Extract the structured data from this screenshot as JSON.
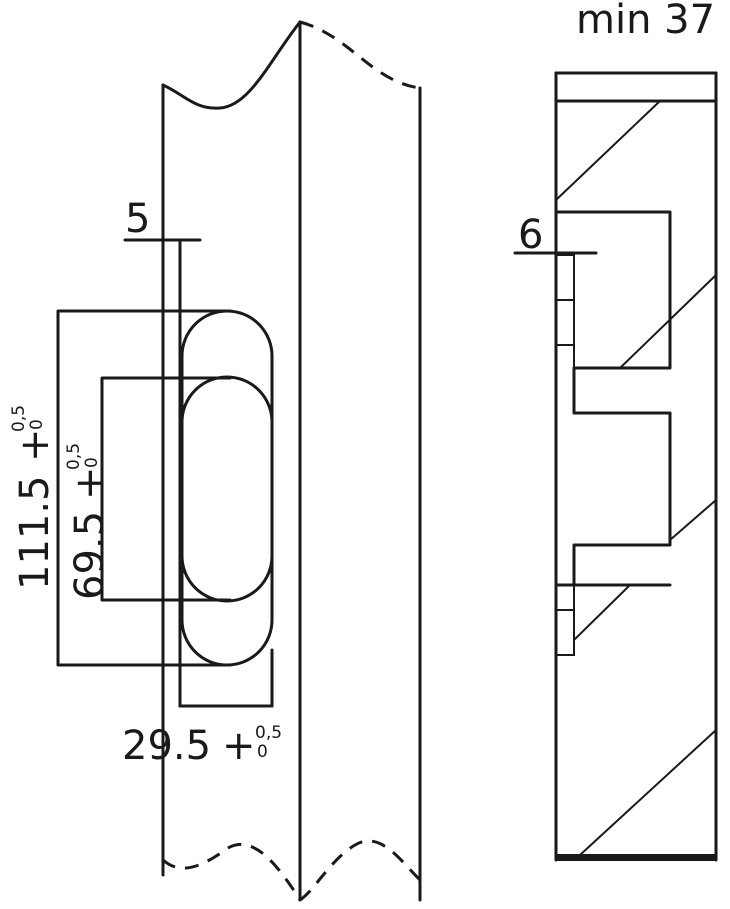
{
  "labels": {
    "min_width": "min 37",
    "offset_left": "5",
    "offset_right": "6",
    "height_outer": "111.5",
    "height_inner": "69.5",
    "width": "29.5",
    "tol_upper": "0,5",
    "tol_lower": "0",
    "plus": "+"
  }
}
